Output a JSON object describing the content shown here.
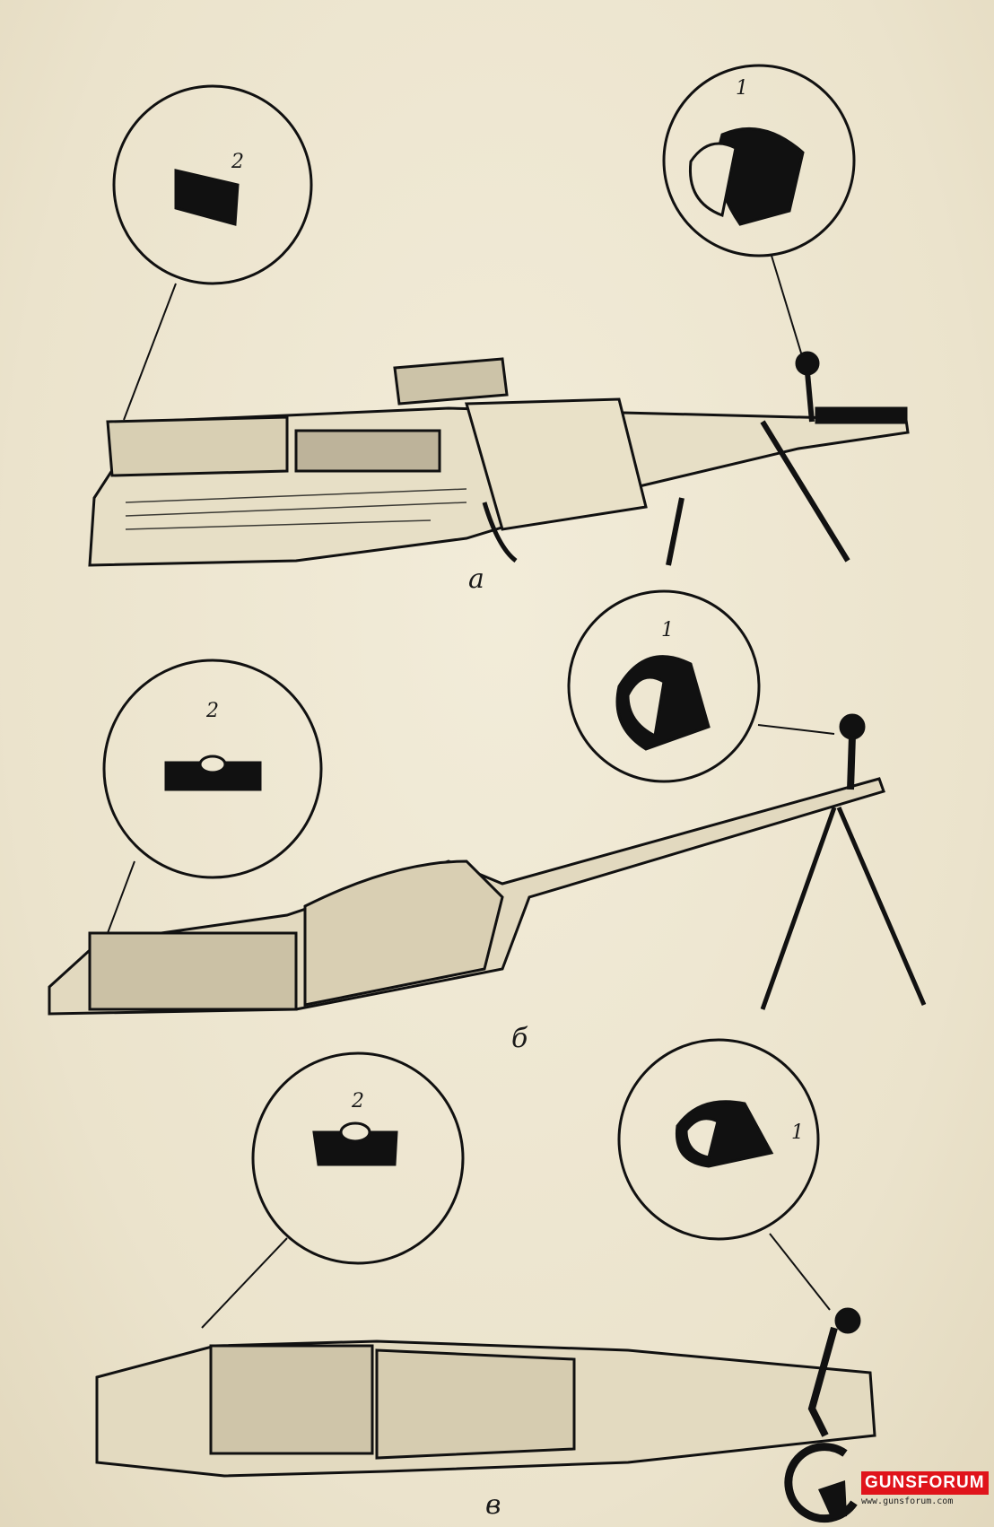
{
  "figures": [
    {
      "label": "а",
      "callouts": [
        "2",
        "1"
      ]
    },
    {
      "label": "б",
      "callouts": [
        "2",
        "1"
      ]
    },
    {
      "label": "в",
      "callouts": [
        "2",
        "1"
      ]
    }
  ],
  "watermark": {
    "title": "GUNSFORUM",
    "url": "www.gunsforum.com",
    "color": "#e0141b"
  }
}
